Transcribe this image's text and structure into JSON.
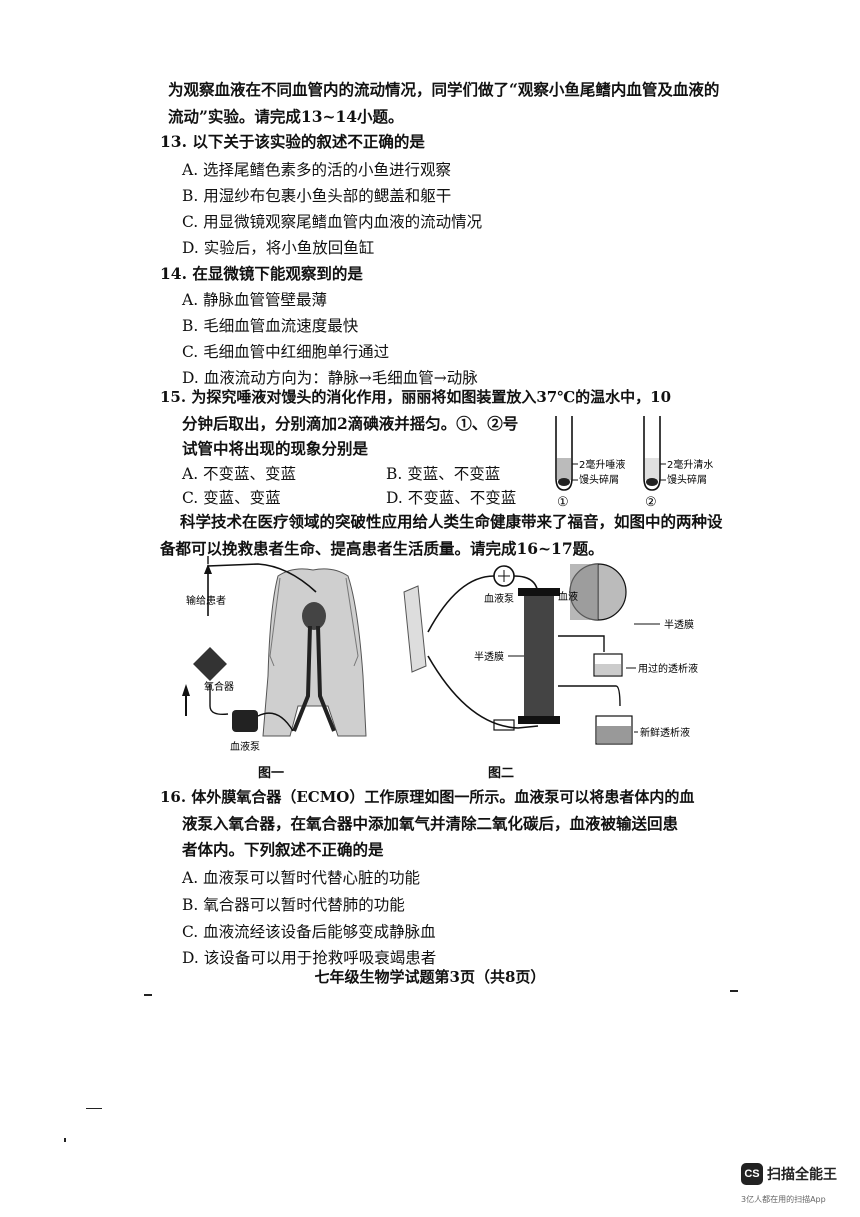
{
  "intro1": "为观察血液在不同血管内的流动情况，同学们做了“观察小鱼尾鳍内血管及血液的流动”实验。请完成13~14小题。",
  "q13": {
    "stem": "13. 以下关于该实验的叙述不正确的是",
    "options": [
      "A. 选择尾鳍色素多的活的小鱼进行观察",
      "B. 用湿纱布包裹小鱼头部的鳃盖和躯干",
      "C. 用显微镜观察尾鳍血管内血液的流动情况",
      "D. 实验后，将小鱼放回鱼缸"
    ]
  },
  "q14": {
    "stem": "14. 在显微镜下能观察到的是",
    "options": [
      "A. 静脉血管管壁最薄",
      "B. 毛细血管血流速度最快",
      "C. 毛细血管中红细胞单行通过",
      "D. 血液流动方向为：静脉→毛细血管→动脉"
    ]
  },
  "q15": {
    "stem_l1": "15. 为探究唾液对馒头的消化作用，丽丽将如图装置放入37℃的温水中，10",
    "stem_l2": "分钟后取出，分别滴加2滴碘液并摇匀。①、②号",
    "stem_l3": "试管中将出现的现象分别是",
    "opt_a": "A. 不变蓝、变蓝",
    "opt_b": "B. 变蓝、不变蓝",
    "opt_c": "C. 变蓝、变蓝",
    "opt_d": "D. 不变蓝、不变蓝",
    "tube1_top": "2毫升唾液",
    "tube1_bottom": "馒头碎屑",
    "tube1_num": "①",
    "tube2_top": "2毫升清水",
    "tube2_bottom": "馒头碎屑",
    "tube2_num": "②"
  },
  "intro2": "科学技术在医疗领域的突破性应用给人类生命健康带来了福音，如图中的两种设备都可以挽救患者生命、提高患者生活质量。请完成16~17题。",
  "fig1": {
    "to_patient": "输给患者",
    "oxygenator": "氧合器",
    "pump": "血液泵",
    "caption": "图一"
  },
  "fig2": {
    "pump": "血液泵",
    "blood": "血液",
    "semi1": "半透膜",
    "semi2": "半透膜",
    "used": "用过的透析液",
    "fresh": "新鲜透析液",
    "caption": "图二"
  },
  "q16": {
    "stem_l1": "16. 体外膜氧合器（ECMO）工作原理如图一所示。血液泵可以将患者体内的血",
    "stem_l2": "液泵入氧合器，在氧合器中添加氧气并清除二氧化碳后，血液被输送回患",
    "stem_l3": "者体内。下列叙述不正确的是",
    "options": [
      "A. 血液泵可以暂时代替心脏的功能",
      "B. 氧合器可以暂时代替肺的功能",
      "C. 血液流经该设备后能够变成静脉血",
      "D. 该设备可以用于抢救呼吸衰竭患者"
    ]
  },
  "footer": "七年级生物学试题第3页（共8页）",
  "scanner": {
    "logo": "CS",
    "name": "扫描全能王",
    "tagline": "3亿人都在用的扫描App"
  }
}
